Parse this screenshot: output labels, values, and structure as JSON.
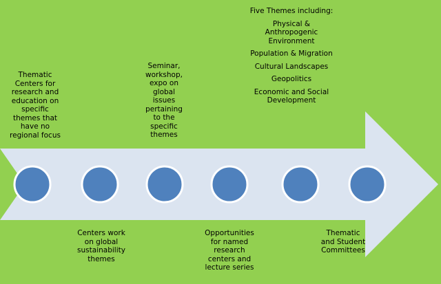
{
  "diagram": {
    "colors": {
      "background": "#92d050",
      "arrow_fill": "#dbe4f0",
      "node_fill": "#4f81bd",
      "node_stroke": "#ffffff",
      "text": "#000000"
    },
    "nodes": [
      {
        "id": "node-1"
      },
      {
        "id": "node-2"
      },
      {
        "id": "node-3"
      },
      {
        "id": "node-4"
      },
      {
        "id": "node-5"
      },
      {
        "id": "node-6"
      }
    ],
    "labels": {
      "thematic_centers": "Thematic\nCenters for\nresearch and\neducation on\nspecific\nthemes that\nhave no\nregional focus",
      "centers_work": "Centers work\non global\nsustainability\nthemes",
      "seminar": "Seminar,\nworkshop,\nexpo on\nglobal\nissues\npertaining\nto the\nspecific\nthemes",
      "opportunities": "Opportunities\nfor named\nresearch\ncenters and\nlecture series",
      "committees": "Thematic\nand Student\nCommittees"
    },
    "themes_block": {
      "title": "Five Themes\nincluding:",
      "items": [
        "Physical &\nAnthropogenic\nEnvironment",
        "Population &\nMigration",
        "Cultural\nLandscapes",
        "Geopolitics",
        "Economic and\nSocial\nDevelopment"
      ]
    }
  }
}
